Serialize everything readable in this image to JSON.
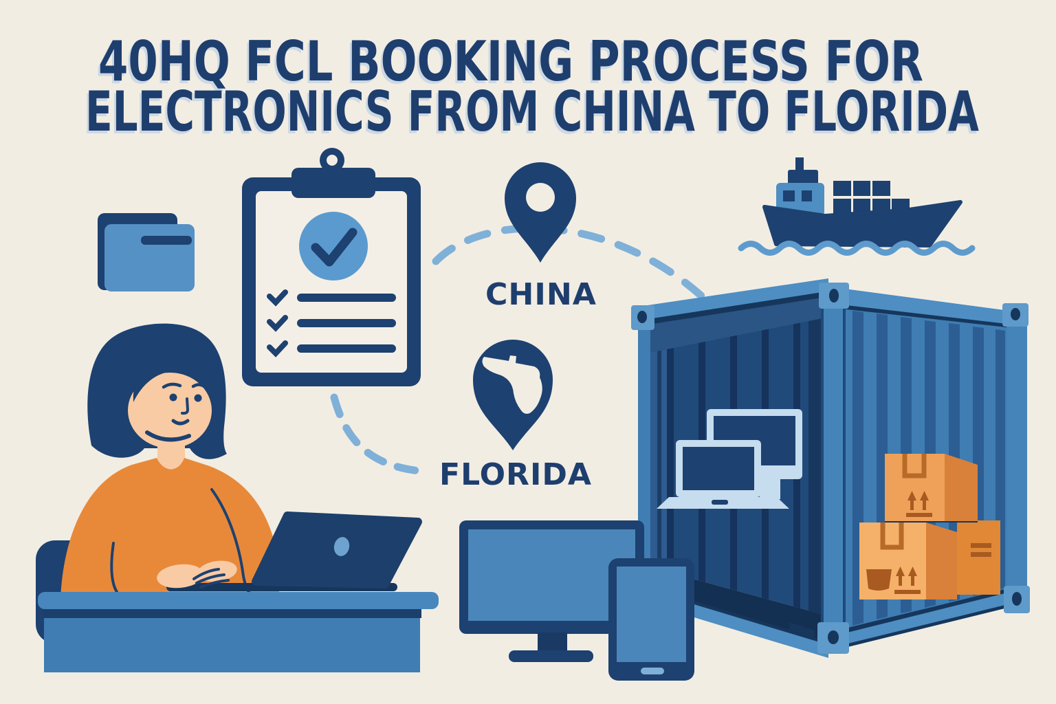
{
  "title": {
    "line1": "40HQ FCL BOOKING PROCESS FOR",
    "line2": "ELECTRONICS FROM CHINA TO FLORIDA"
  },
  "route": {
    "origin": "CHINA",
    "destination": "FLORIDA"
  },
  "scene": {
    "subject": "woman-booking-fcl-shipment-at-laptop",
    "icons": [
      "folder-icon",
      "clipboard-checklist-icon",
      "china-location-pin-icon",
      "florida-location-pin-icon",
      "cargo-ship-icon",
      "shipping-container-icon",
      "electronics-monitor-icon",
      "electronics-laptop-icon",
      "tablet-icon",
      "cardboard-boxes-icon",
      "dashed-route-line"
    ]
  },
  "colors": {
    "background": "#f2ede3",
    "title_navy": "#1e3e6e",
    "navy": "#1d4170",
    "deep_navy": "#16365c",
    "medium_blue": "#3f7db2",
    "beam_blue": "#4e8ec2",
    "fitting_blue": "#5e9aca",
    "pale_blue": "#c6dcef",
    "dash_blue": "#7fb0d8",
    "water_blue": "#5e9bcd",
    "sweater_orange": "#e8893a",
    "box_orange": "#f0a159",
    "box_orange_dark": "#d9803a",
    "box_marking": "#a85a20",
    "skin": "#f8cba4"
  }
}
